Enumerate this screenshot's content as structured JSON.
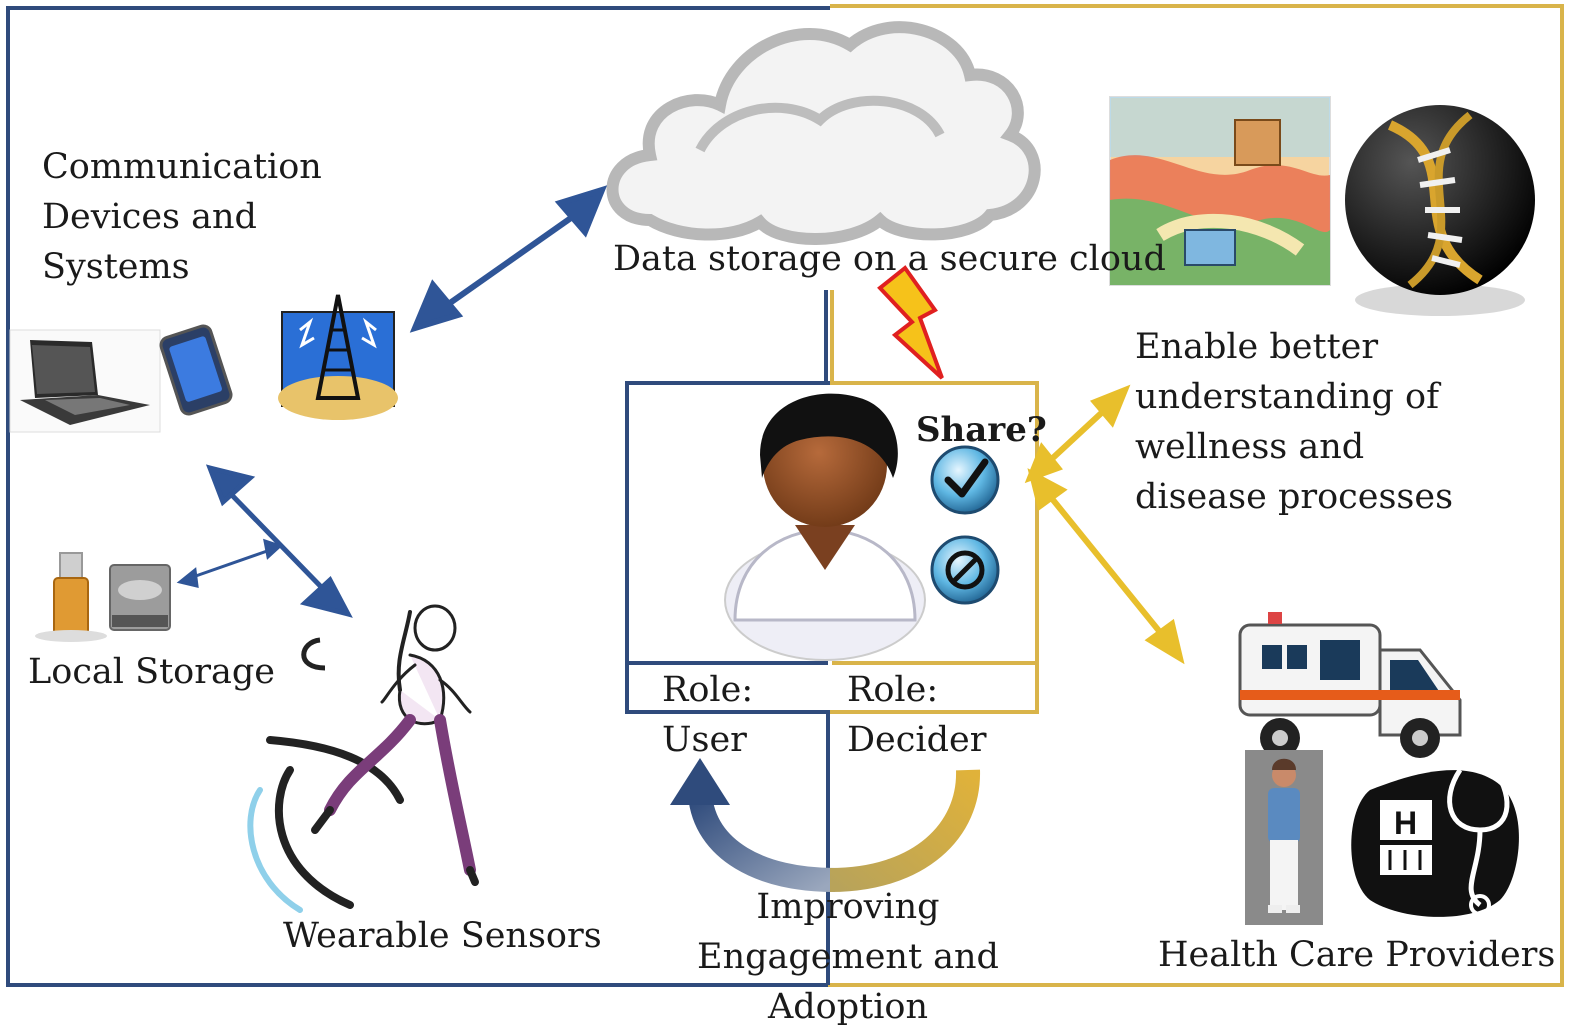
{
  "labels": {
    "communication": "Communication Devices and Systems",
    "cloud": "Data storage on a secure cloud",
    "enable": "Enable better understanding of wellness and disease processes",
    "share": "Share?",
    "local_storage": "Local Storage",
    "role_user_1": "Role:",
    "role_user_2": "User",
    "role_decider_1": "Role:",
    "role_decider_2": "Decider",
    "wearable": "Wearable Sensors",
    "engagement": "Improving Engagement and Adoption",
    "providers": "Health Care Providers"
  },
  "colors": {
    "blue": "#2f4b7c",
    "gold": "#d9b44a",
    "arrow_blue": "#2f5597",
    "arrow_gold": "#e8bf2c"
  }
}
